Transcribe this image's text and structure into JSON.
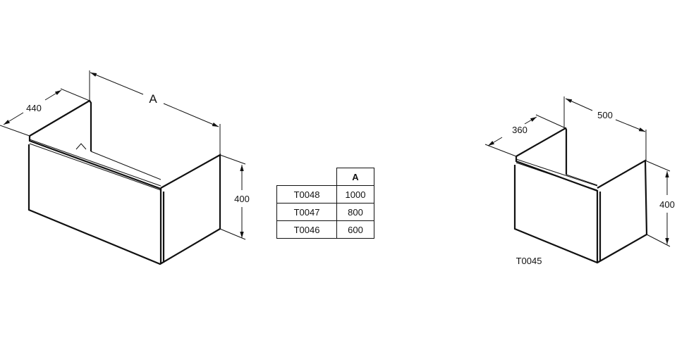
{
  "left_cabinet": {
    "width_label": "A",
    "depth_label": "440",
    "height_label": "400"
  },
  "right_cabinet": {
    "width_label": "500",
    "depth_label": "360",
    "height_label": "400",
    "code": "T0045"
  },
  "size_table": {
    "header": "A",
    "rows": [
      {
        "code": "T0048",
        "a": "1000"
      },
      {
        "code": "T0047",
        "a": "800"
      },
      {
        "code": "T0046",
        "a": "600"
      }
    ]
  }
}
